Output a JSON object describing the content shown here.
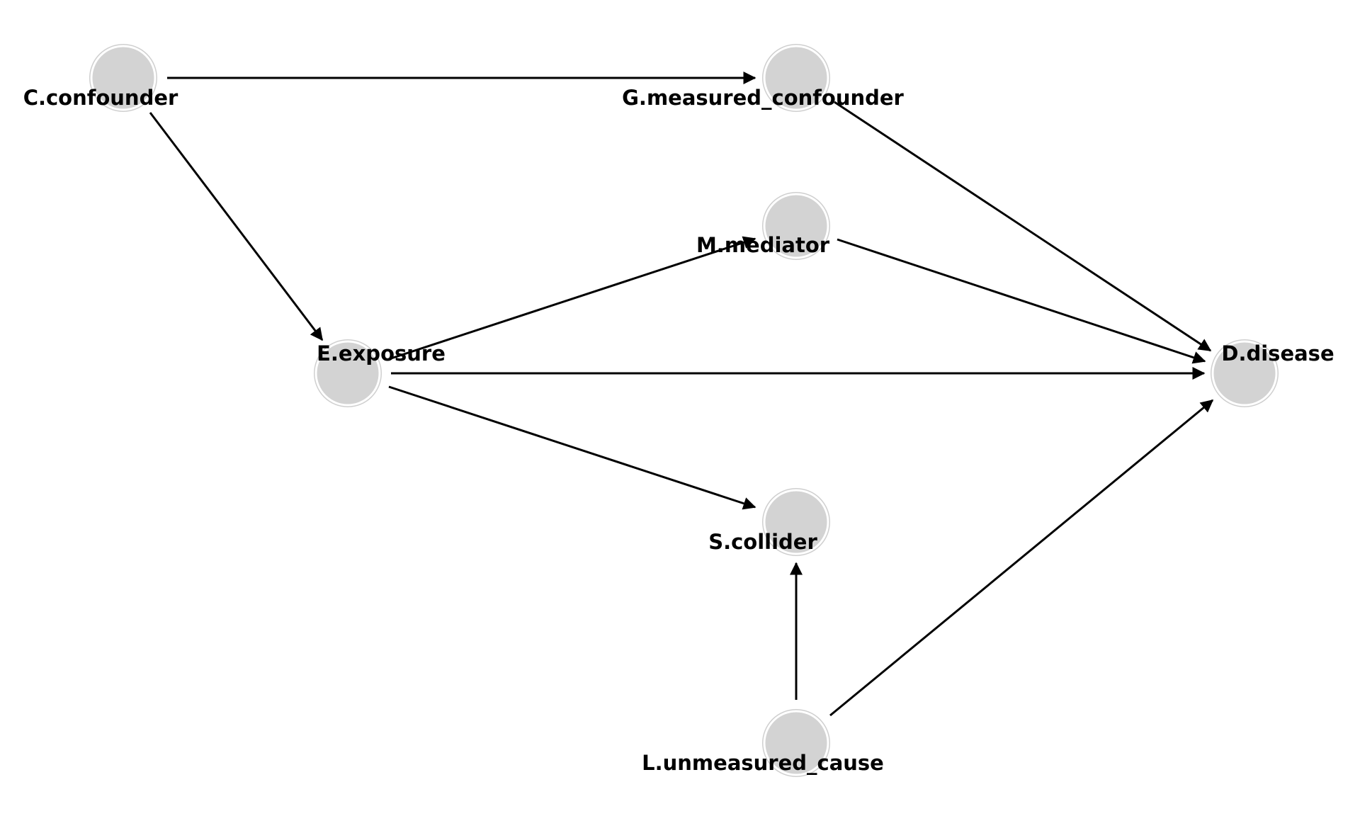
{
  "diagram": {
    "type": "directed-acyclic-graph",
    "node_color": "#d3d3d3",
    "edge_color": "#000000",
    "nodes": [
      {
        "id": "C",
        "label": "C.confounder"
      },
      {
        "id": "G",
        "label": "G.measured_confounder"
      },
      {
        "id": "M",
        "label": "M.mediator"
      },
      {
        "id": "E",
        "label": "E.exposure"
      },
      {
        "id": "D",
        "label": "D.disease"
      },
      {
        "id": "S",
        "label": "S.collider"
      },
      {
        "id": "L",
        "label": "L.unmeasured_cause"
      }
    ],
    "edges": [
      {
        "from": "C",
        "to": "G"
      },
      {
        "from": "C",
        "to": "E"
      },
      {
        "from": "G",
        "to": "D"
      },
      {
        "from": "M",
        "to": "D"
      },
      {
        "from": "E",
        "to": "M"
      },
      {
        "from": "E",
        "to": "D"
      },
      {
        "from": "E",
        "to": "S"
      },
      {
        "from": "L",
        "to": "S"
      },
      {
        "from": "L",
        "to": "D"
      }
    ]
  }
}
